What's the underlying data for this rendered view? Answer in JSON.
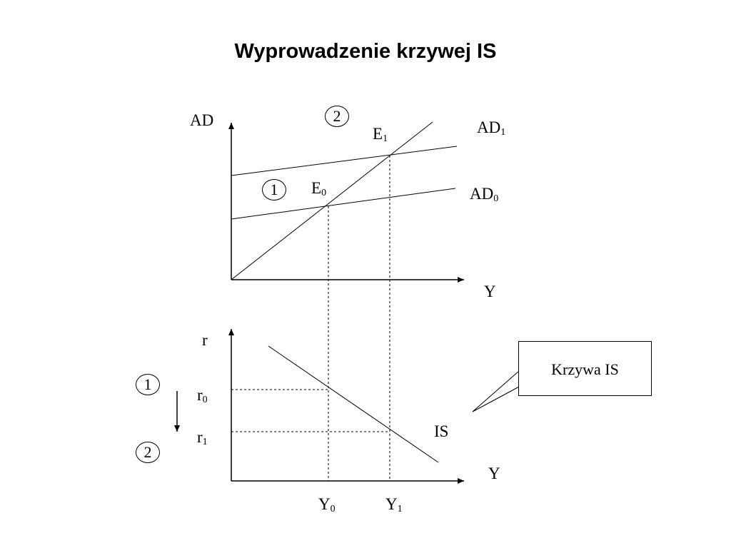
{
  "title": "Wyprowadzenie krzywej IS",
  "top_panel": {
    "y_axis_label": "AD",
    "x_axis_label": "Y",
    "curves": {
      "ad0": {
        "base": "AD",
        "sub": "0"
      },
      "ad1": {
        "base": "AD",
        "sub": "1"
      }
    },
    "points": {
      "e0": {
        "base": "E",
        "sub": "0"
      },
      "e1": {
        "base": "E",
        "sub": "1"
      }
    },
    "step_markers": [
      "1",
      "2"
    ]
  },
  "bottom_panel": {
    "y_axis_label": "r",
    "x_axis_label": "Y",
    "curve_label": "IS",
    "rates": {
      "r0": {
        "base": "r",
        "sub": "0"
      },
      "r1": {
        "base": "r",
        "sub": "1"
      }
    },
    "incomes": {
      "y0": {
        "base": "Y",
        "sub": "0"
      },
      "y1": {
        "base": "Y",
        "sub": "1"
      }
    },
    "step_markers": [
      "1",
      "2"
    ]
  },
  "callout": {
    "text": "Krzywa IS"
  }
}
